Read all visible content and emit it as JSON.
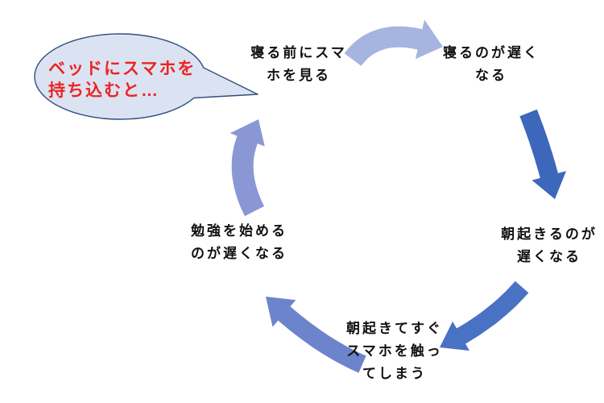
{
  "diagram": {
    "type": "cycle",
    "background": "#ffffff",
    "text_color": "#111111",
    "bubble": {
      "text": "ベッドにスマホを持ち込むと…",
      "lines": [
        "ベッドにスマホを",
        "持ち込むと…"
      ],
      "text_color": "#ee2420",
      "fill": "#dbe3f3",
      "border": "#2f4e7e"
    },
    "nodes": [
      {
        "id": "look-at-phone-before-bed",
        "label": "寝る前にスマホを見る",
        "lines": [
          "寝る前にスマ",
          "ホを見る"
        ]
      },
      {
        "id": "sleep-late",
        "label": "寝るのが遅くなる",
        "lines": [
          "寝るのが遅く",
          "なる"
        ]
      },
      {
        "id": "wake-up-late",
        "label": "朝起きるのが遅くなる",
        "lines": [
          "朝起きるのが",
          "遅くなる"
        ]
      },
      {
        "id": "touch-phone-after-waking",
        "label": "朝起きてすぐスマホを触ってしまう",
        "lines": [
          "朝起きてすぐ",
          "スマホを触っ",
          "てしまう"
        ]
      },
      {
        "id": "start-studying-late",
        "label": "勉強を始めるのが遅くなる",
        "lines": [
          "勉強を始める",
          "のが遅くなる"
        ]
      }
    ],
    "arrows": [
      {
        "from": "look-at-phone-before-bed",
        "to": "sleep-late",
        "color": "#a6b4e0"
      },
      {
        "from": "sleep-late",
        "to": "wake-up-late",
        "color": "#3d67ba"
      },
      {
        "from": "wake-up-late",
        "to": "touch-phone-after-waking",
        "color": "#4a72c4"
      },
      {
        "from": "touch-phone-after-waking",
        "to": "start-studying-late",
        "color": "#6b84cc"
      },
      {
        "from": "start-studying-late",
        "to": "look-at-phone-before-bed",
        "color": "#8997d5"
      }
    ]
  }
}
